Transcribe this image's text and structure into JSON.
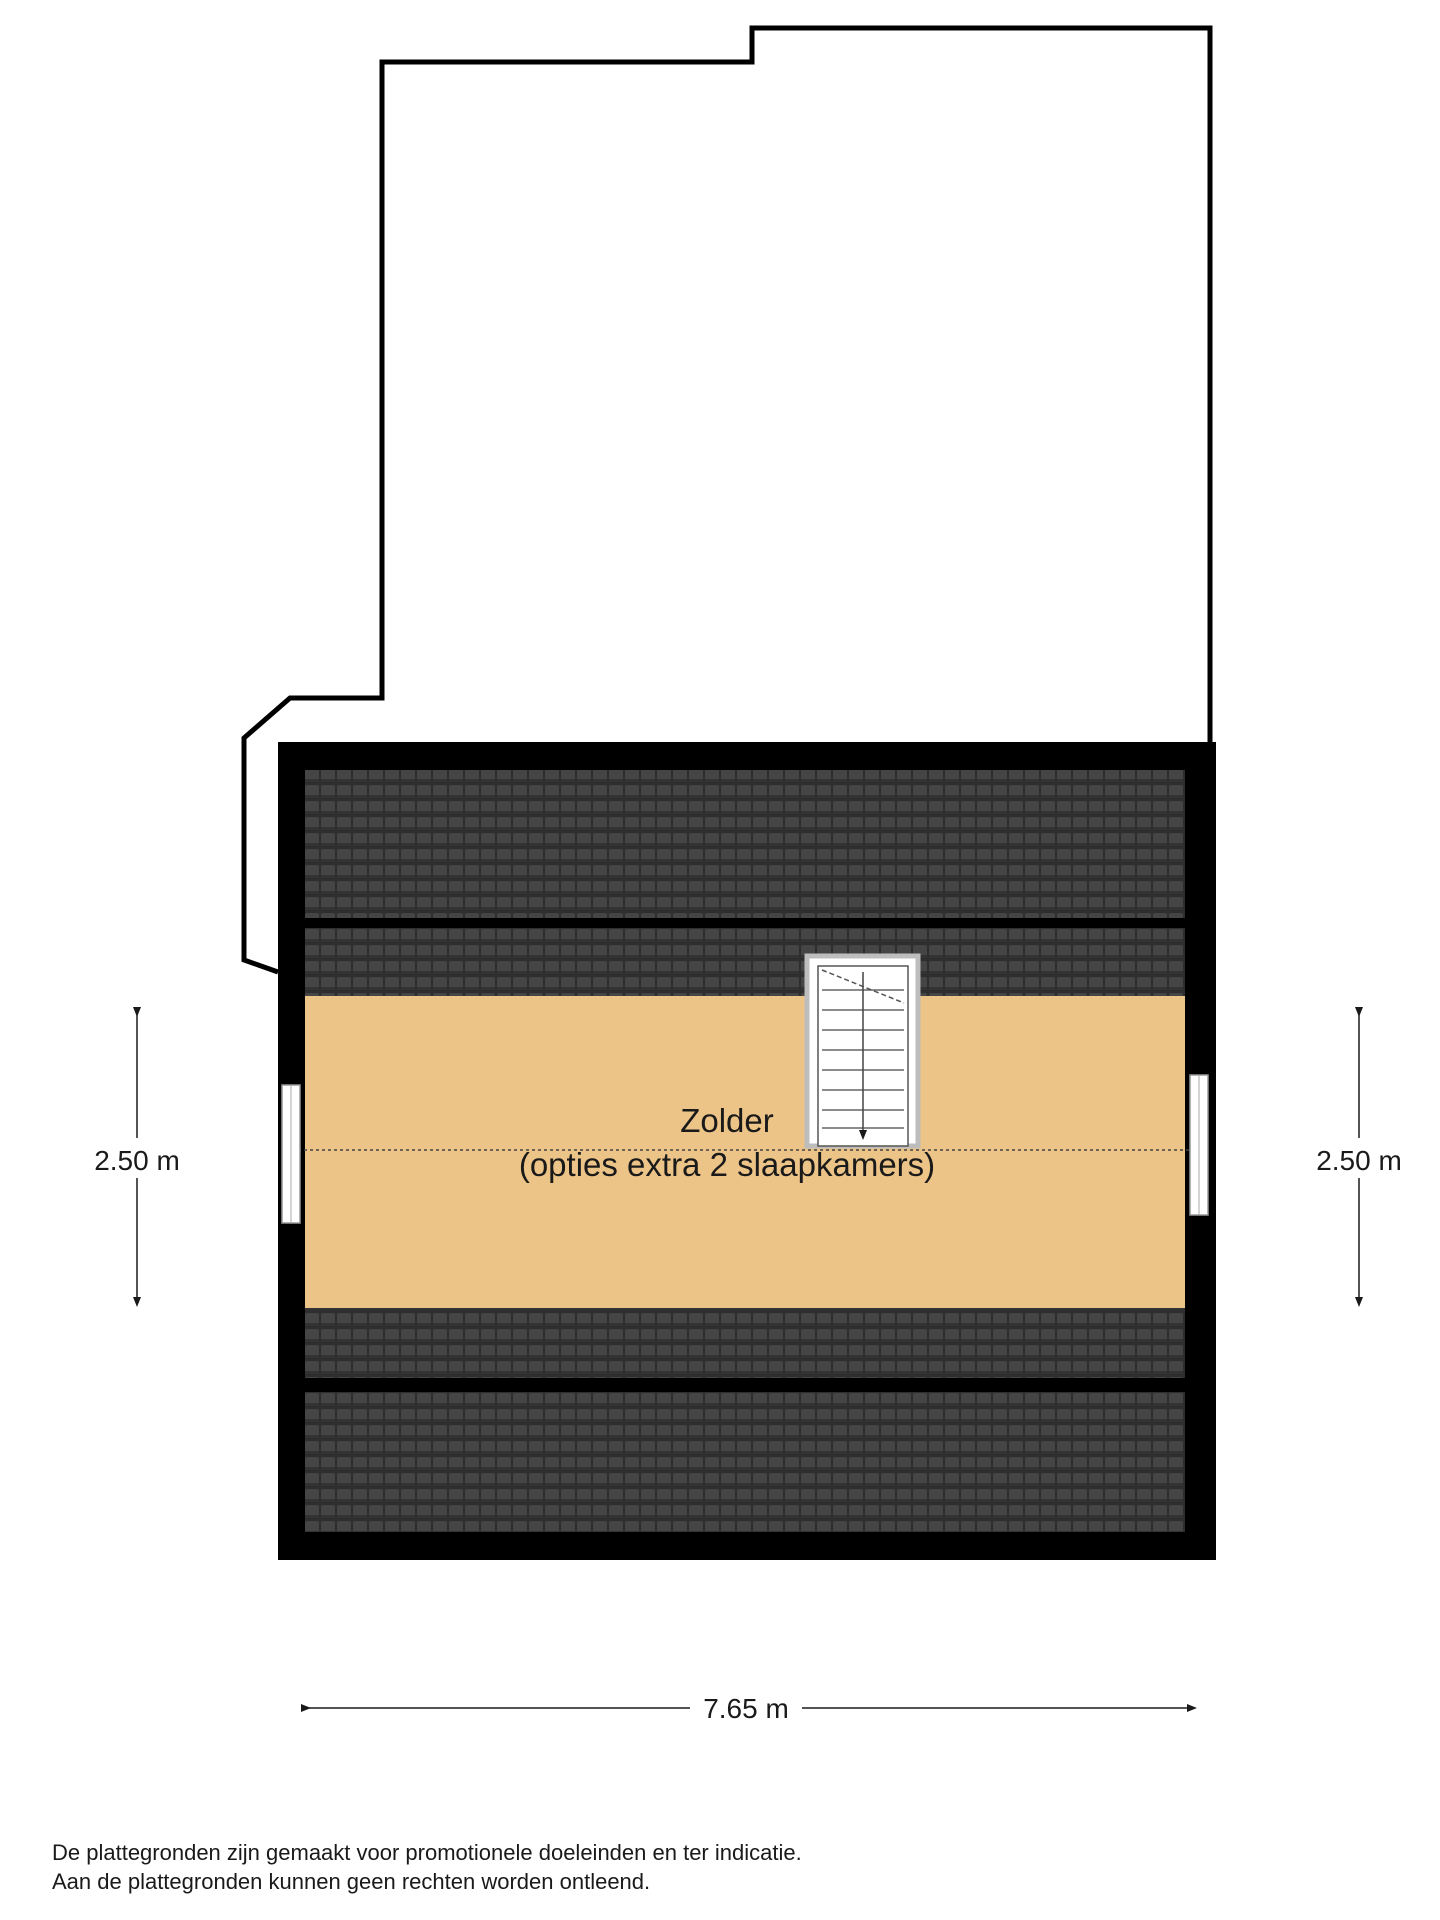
{
  "room": {
    "name": "Zolder",
    "subtitle": "(opties extra 2 slaapkamers)"
  },
  "dimensions": {
    "left_height": "2.50 m",
    "right_height": "2.50 m",
    "width": "7.65 m"
  },
  "disclaimer": {
    "line1": "De plattegronden zijn gemaakt voor promotionele doeleinden en ter indicatie.",
    "line2": "Aan de plattegronden kunnen geen rechten worden ontleend."
  },
  "colors": {
    "floor": "#EDC488",
    "roof_tile": "#3A3A3A",
    "wall": "#000000"
  }
}
